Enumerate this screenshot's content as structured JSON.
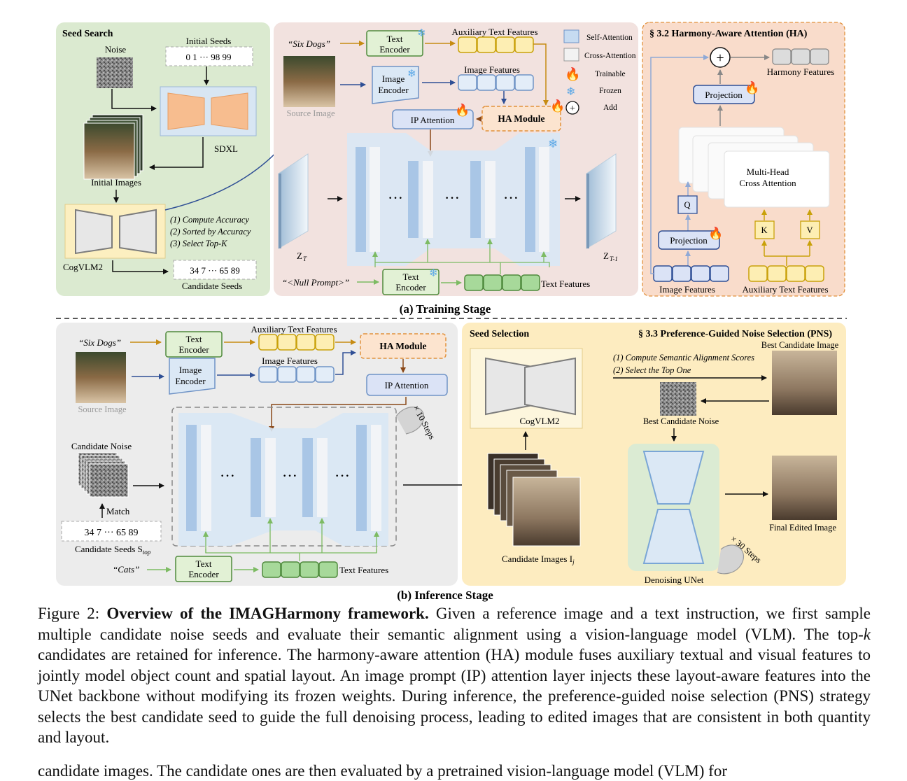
{
  "training": {
    "label": "(a) Training Stage",
    "seed_search": {
      "title": "Seed Search",
      "noise": "Noise",
      "initial_seeds_title": "Initial Seeds",
      "initial_seeds_values": "0  1  ···  98 99",
      "sdxl": "SDXL",
      "initial_images": "Initial Images",
      "steps": [
        "(1) Compute Accuracy",
        "(2) Sorted by Accuracy",
        "(3) Select Top-K"
      ],
      "cogvlm": "CogVLM2",
      "candidate_values": "34  7  ···  65  89",
      "candidate_seeds": "Candidate Seeds"
    },
    "main": {
      "prompt": "“Six Dogs”",
      "text_encoder": [
        "Text",
        "Encoder"
      ],
      "aux_text_features": "Auxiliary Text Features",
      "image_encoder": [
        "Image",
        "Encoder"
      ],
      "image_features": "Image Features",
      "source_image": "Source Image",
      "ip_attention": "IP Attention",
      "ha_module": "HA Module",
      "z_t": "Z",
      "z_t_sub": "T",
      "z_t1": "Z",
      "z_t1_sub": "T-1",
      "ellipsis": "···",
      "null_prompt": "“<Null Prompt>”",
      "text_encoder2": [
        "Text",
        "Encoder"
      ],
      "text_features": "Text Features"
    },
    "legend": {
      "self_attention": "Self-Attention",
      "cross_attention": "Cross-Attention",
      "trainable": "Trainable",
      "frozen": "Frozen",
      "add": "Add"
    },
    "ha": {
      "section": "§ 3.2",
      "title": "Harmony-Aware Attention (HA)",
      "harmony_features": "Harmony Features",
      "projection_top": "Projection",
      "mhca": [
        "Multi-Head",
        "Cross Attention"
      ],
      "q": "Q",
      "k": "K",
      "v": "V",
      "projection_bottom": "Projection",
      "image_features": "Image Features",
      "aux_text_features": "Auxiliary Text Features"
    }
  },
  "inference": {
    "label": "(b) Inference Stage",
    "prompt": "“Six Dogs”",
    "text_encoder": [
      "Text",
      "Encoder"
    ],
    "aux_text_features": "Auxiliary Text Features",
    "ha_module": "HA Module",
    "image_encoder": [
      "Image",
      "Encoder"
    ],
    "image_features": "Image Features",
    "ip_attention": "IP Attention",
    "source_image": "Source Image",
    "steps10": "× 10 Steps",
    "candidate_noise": "Candidate Noise",
    "match": "Match",
    "candidate_values": "34  7  ···  65  89",
    "candidate_seeds": "Candidate Seeds S",
    "candidate_seeds_sub": "top",
    "cats_prompt": "“Cats”",
    "text_encoder2": [
      "Text",
      "Encoder"
    ],
    "text_features": "Text Features",
    "ellipsis": "···",
    "seed_selection": "Seed Selection",
    "pns_section": "§ 3.3",
    "pns_title": "Preference-Guided Noise Selection (PNS)",
    "cogvlm": "CogVLM2",
    "candidate_images": "Candidate Images I",
    "candidate_images_sub": "j",
    "pns_steps": [
      "(1) Compute Semantic Alignment Scores",
      "(2) Select the Top One"
    ],
    "best_candidate_image": "Best Candidate Image",
    "best_candidate_noise": "Best Candidate Noise",
    "denoising_unet": "Denoising UNet",
    "steps30": "× 30 Steps",
    "final_edited_image": "Final Edited Image"
  },
  "caption": {
    "prefix": "Figure 2: ",
    "bold": "Overview of the IMAGHarmony framework.",
    "p1": " Given a reference image and a text instruction, we first sample multiple candidate noise seeds and evaluate their semantic alignment using a vision-language model (VLM). The top-",
    "k": "k",
    "p2": " candidates are retained for inference.  The harmony-aware attention (HA) module fuses auxiliary textual and visual features to jointly model object count and spatial layout. An image prompt (IP) attention layer injects these layout-aware features into the UNet backbone without modifying its frozen weights. During inference, the preference-guided noise selection (PNS) strategy selects the best candidate seed to guide the full denoising process, leading to edited images that are consistent in both quantity and layout."
  },
  "next_line": "candidate images. The candidate ones are then evaluated by a pretrained vision-language model (VLM) for",
  "colors": {
    "seed_search_bg": "#dbead0",
    "training_bg": "#f2e2df",
    "ha_bg": "#f9dccb",
    "inference_left_bg": "#ececec",
    "inference_right_bg": "#fdecc0",
    "text_encoder_fill": "#e2f1d5",
    "text_encoder_stroke": "#4f8a3c",
    "aux_feature_fill": "#fdeeb3",
    "aux_feature_stroke": "#c9a10a",
    "image_feature_fill": "#e3edf8",
    "image_feature_stroke": "#6f93c6",
    "blue_arrow": "#2f4f95",
    "orange_arrow": "#c68b12",
    "brown_arrow": "#8a4818",
    "green_arrow": "#7dbb63"
  }
}
